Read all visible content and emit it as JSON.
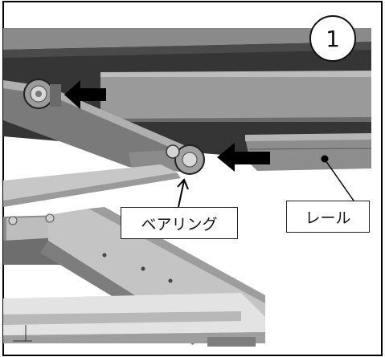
{
  "step": {
    "number": "1"
  },
  "callouts": {
    "bearing": "ベアリング",
    "rail": "レール"
  },
  "colors": {
    "background": "#ffffff",
    "frame_dark": "#2e2e2e",
    "frame_mid": "#6f6f6f",
    "frame_light": "#a9a9a9",
    "arrow": "#000000"
  }
}
